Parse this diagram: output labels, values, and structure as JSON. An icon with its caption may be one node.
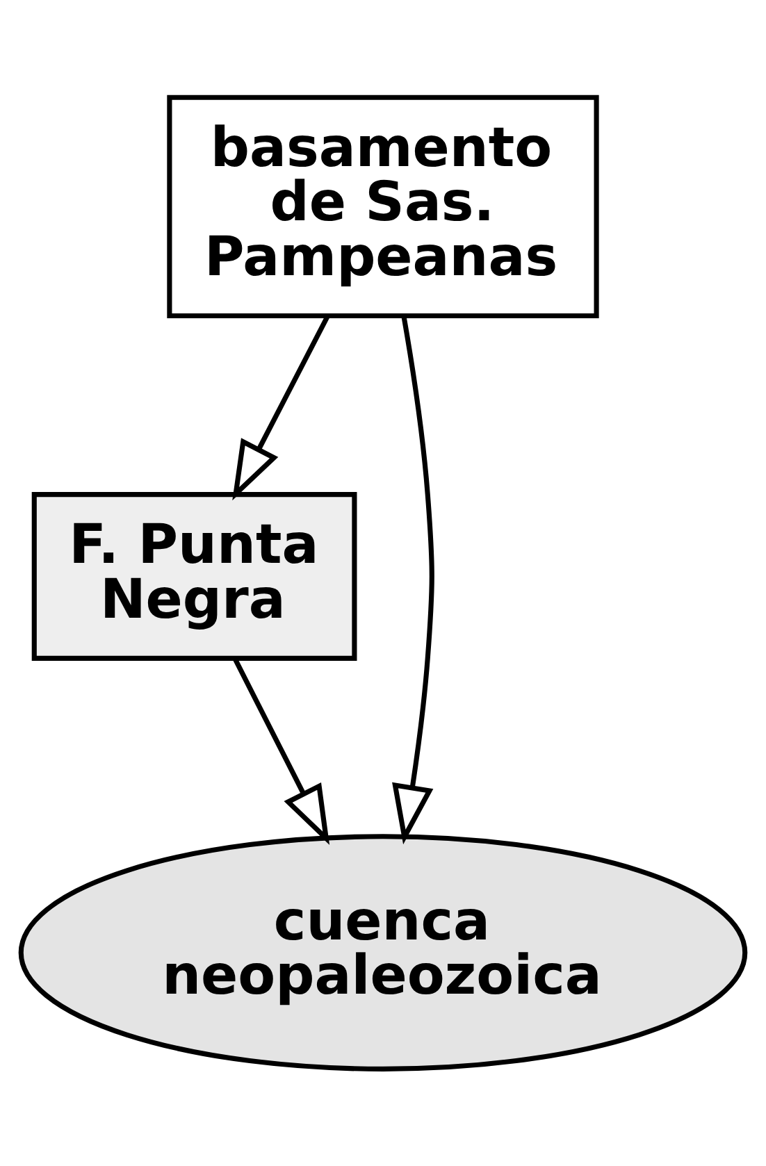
{
  "diagram": {
    "nodes": [
      {
        "text": [
          "basamento de Sas. Pampeanas"
        ]
      },
      {
        "text": [
          "F. Punta Negra"
        ]
      },
      {
        "text": [
          "cuenca neopaleozoica"
        ]
      }
    ],
    "edges": [
      {
        "from": 0,
        "to": 1,
        "arrow": "to"
      },
      {
        "from": 1,
        "to": 2,
        "arrow": "to"
      },
      {
        "from": 0,
        "to": 2,
        "arrow": "to"
      }
    ]
  }
}
